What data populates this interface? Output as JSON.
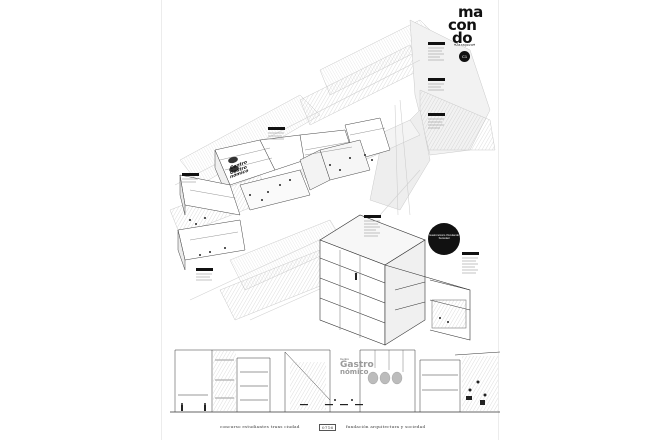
{
  "logo": {
    "lines": [
      "ma",
      "con",
      "do"
    ],
    "subtitle": "♦Zaragoza♦",
    "badge": "C1"
  },
  "circle_badge": {
    "text": "Gastronómico Vinculando Sociedad"
  },
  "model_label": {
    "line1": "Centro",
    "line2": "Gastro",
    "line3": "nómico"
  },
  "section_sign": {
    "small": "Centro",
    "big1": "Gastro",
    "big2": "nómico"
  },
  "footer": {
    "left": "concurso estudiantes trans ciudad",
    "center": "0716",
    "right": "fundación arquitectura y sociedad"
  },
  "colors": {
    "ink": "#111111",
    "line": "#9a9a9a",
    "light": "#d9d9d9",
    "paper": "#ffffff"
  }
}
